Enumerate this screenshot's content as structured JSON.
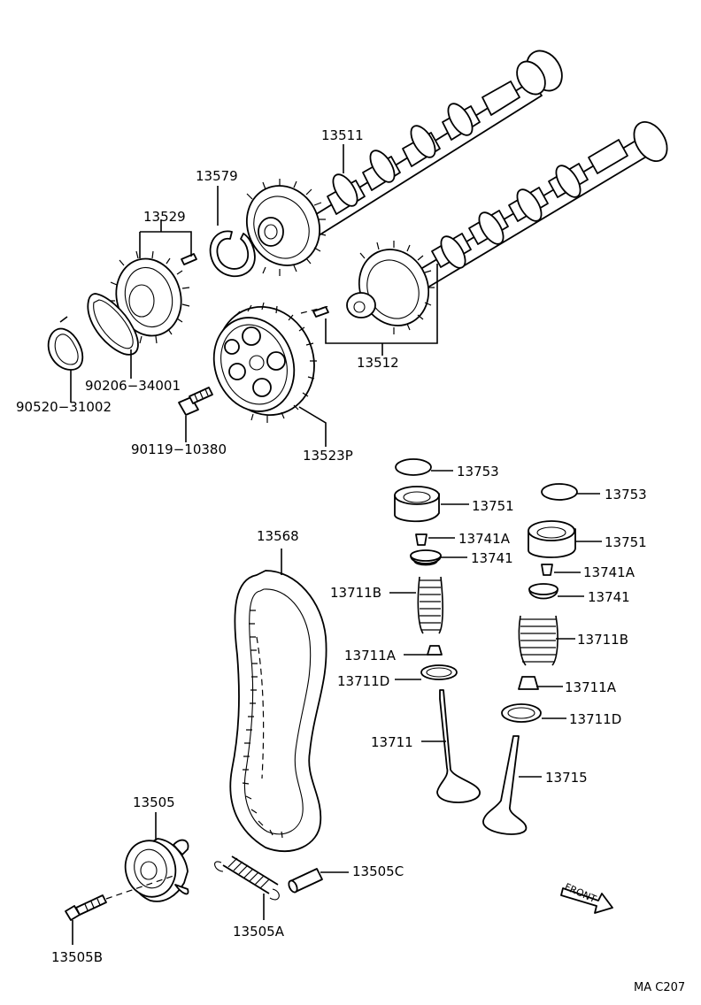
{
  "labels": {
    "p13511": "13511",
    "p13579": "13579",
    "p13529": "13529",
    "p90206": "90206−34001",
    "p90520": "90520−31002",
    "p90119": "90119−10380",
    "p13512": "13512",
    "p13523p": "13523P",
    "p13753a": "13753",
    "p13751a": "13751",
    "p13741aa": "13741A",
    "p13741a": "13741",
    "p13711ba": "13711B",
    "p13711aa": "13711A",
    "p13711da": "13711D",
    "p13711": "13711",
    "p13753b": "13753",
    "p13751b": "13751",
    "p13741ab": "13741A",
    "p13741b": "13741",
    "p13711bb": "13711B",
    "p13711ab": "13711A",
    "p13711db": "13711D",
    "p13715": "13715",
    "p13568": "13568",
    "p13505": "13505",
    "p13505c": "13505C",
    "p13505a": "13505A",
    "p13505b": "13505B",
    "front": "FRONT",
    "code": "MA  C207"
  },
  "icons": {
    "front_arrow": "front-arrow-icon"
  }
}
